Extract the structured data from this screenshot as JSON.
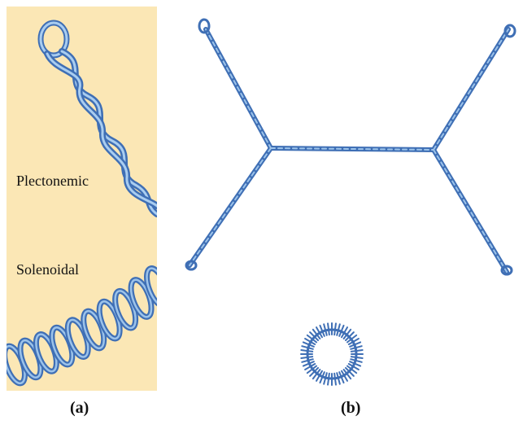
{
  "panel_a": {
    "label_plectonemic": "Plectonemic",
    "label_solenoidal": "Solenoidal",
    "caption": "(a)"
  },
  "panel_b": {
    "caption": "(b)"
  },
  "colors": {
    "panel_a_background": "#fbe7b5",
    "dna_blue": "#3f6fb5",
    "dna_light": "#9cc3ea"
  }
}
